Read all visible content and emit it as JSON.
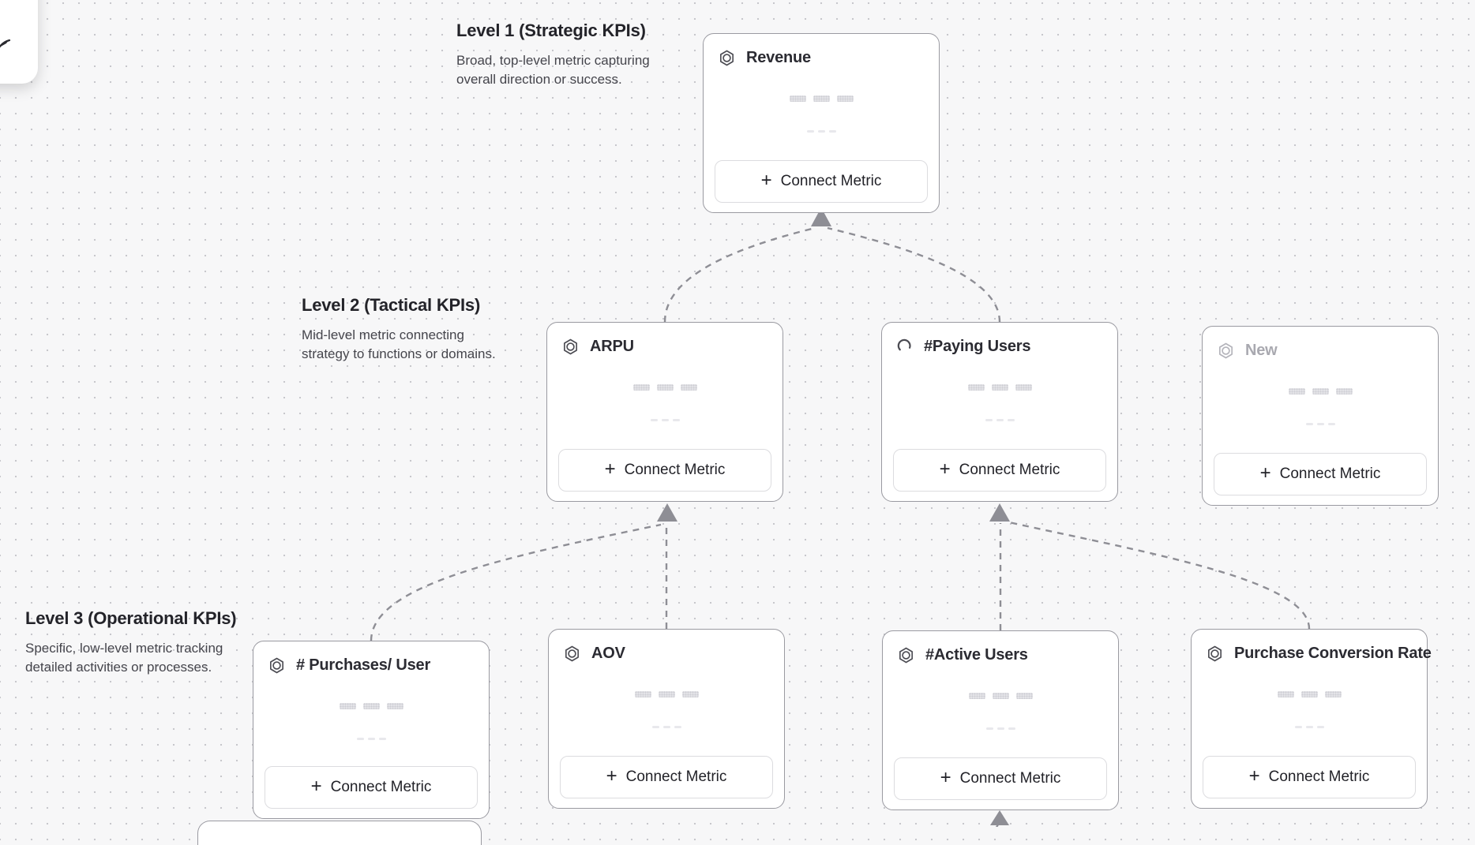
{
  "canvas": {
    "background_color": "#f7f7f8",
    "dot_color": "#c7c7cc",
    "connector_color": "#8e8e95"
  },
  "toolbar": {
    "tool": "cursor-tool"
  },
  "icons": {
    "plus": "+"
  },
  "levels": [
    {
      "title": "Level 1 (Strategic KPIs)",
      "description": "Broad, top-level metric capturing overall direction or success."
    },
    {
      "title": "Level 2 (Tactical KPIs)",
      "description": "Mid-level metric connecting strategy to functions or domains."
    },
    {
      "title": "Level 3 (Operational KPIs)",
      "description": "Specific, low-level metric tracking detailed activities or processes."
    }
  ],
  "cards": [
    {
      "title": "Revenue",
      "icon": "hexagon-metric-icon",
      "state": "default",
      "button_label": "Connect Metric",
      "level": 1
    },
    {
      "title": "ARPU",
      "icon": "hexagon-metric-icon",
      "state": "default",
      "button_label": "Connect Metric",
      "level": 2
    },
    {
      "title": "#Paying Users",
      "icon": "spinner-icon",
      "state": "loading",
      "button_label": "Connect Metric",
      "level": 2
    },
    {
      "title": "New",
      "icon": "hexagon-metric-icon",
      "state": "draft",
      "button_label": "Connect Metric",
      "level": 2
    },
    {
      "title": "# Purchases/ User",
      "icon": "hexagon-metric-icon",
      "state": "default",
      "button_label": "Connect Metric",
      "level": 3
    },
    {
      "title": "AOV",
      "icon": "hexagon-metric-icon",
      "state": "default",
      "button_label": "Connect Metric",
      "level": 3
    },
    {
      "title": "#Active Users",
      "icon": "hexagon-metric-icon",
      "state": "default",
      "button_label": "Connect Metric",
      "level": 3
    },
    {
      "title": "Purchase Conversion Rate",
      "icon": "hexagon-metric-icon",
      "state": "default",
      "button_label": "Connect Metric",
      "level": 3
    }
  ],
  "connections": [
    {
      "from": "ARPU",
      "to": "Revenue"
    },
    {
      "from": "#Paying Users",
      "to": "Revenue"
    },
    {
      "from": "# Purchases/ User",
      "to": "ARPU"
    },
    {
      "from": "AOV",
      "to": "ARPU"
    },
    {
      "from": "#Active Users",
      "to": "#Paying Users"
    },
    {
      "from": "Purchase Conversion Rate",
      "to": "#Paying Users"
    },
    {
      "from": "(off-screen node)",
      "to": "#Active Users"
    }
  ]
}
